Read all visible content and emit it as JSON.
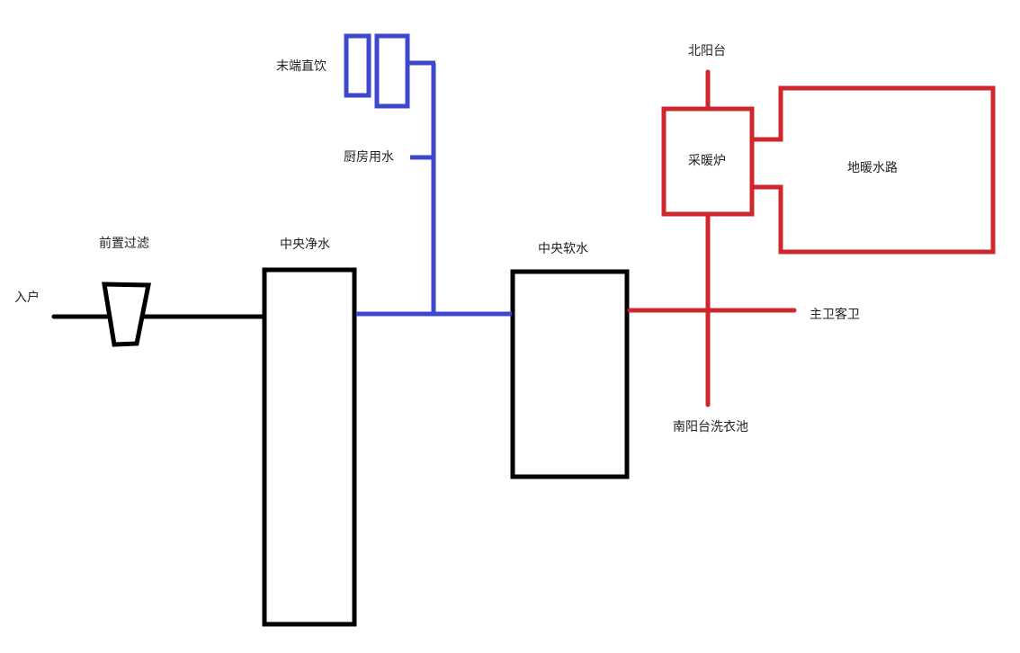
{
  "colors": {
    "black": "#000000",
    "purified": "#3f48cc",
    "softened": "#d0272f"
  },
  "labels": {
    "inlet": "入户",
    "pre_filter": "前置过滤",
    "central_purifier": "中央净水",
    "terminal_drinking": "末端直饮",
    "kitchen_water": "厨房用水",
    "central_softener": "中央软水",
    "north_balcony": "北阳台",
    "boiler": "采暖炉",
    "floor_heating": "地暖水路",
    "bathrooms": "主卫客卫",
    "south_balcony_laundry": "南阳台洗衣池"
  }
}
